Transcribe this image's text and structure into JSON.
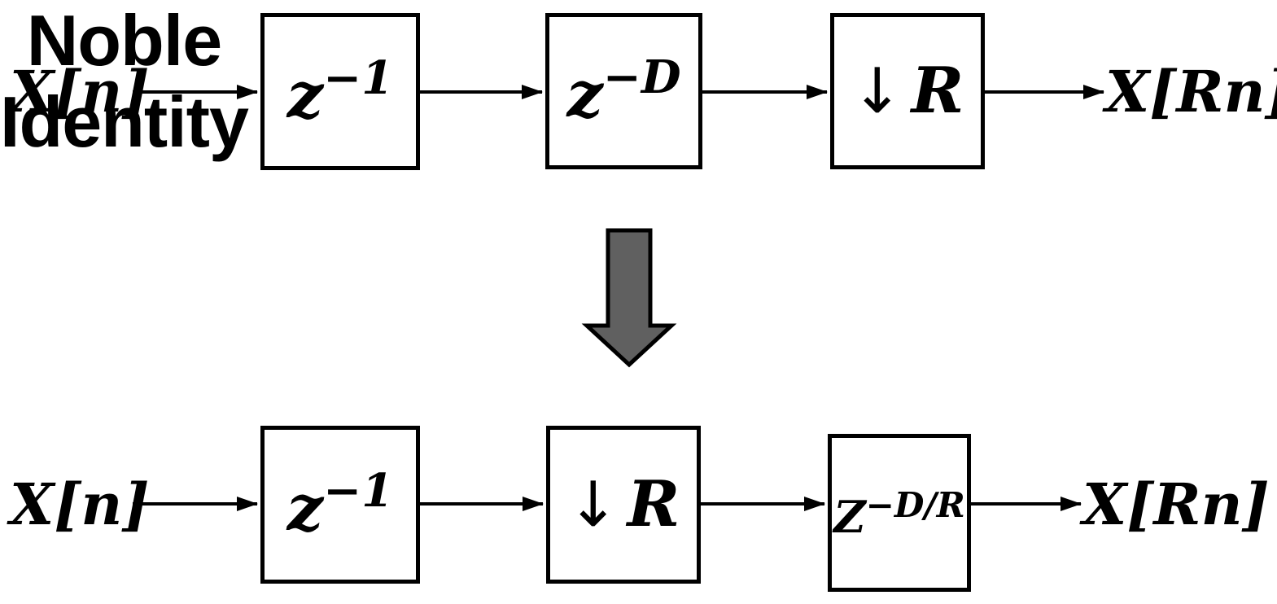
{
  "diagram": {
    "transform_label": {
      "line1": "Noble",
      "line2": "Identity"
    },
    "top_row": {
      "input": "X[n]",
      "output": "X[Rn]",
      "blocks": [
        {
          "base": "z",
          "sup": "−1"
        },
        {
          "base": "z",
          "sup": "−D"
        },
        {
          "down": "↓",
          "base": "R"
        }
      ]
    },
    "bottom_row": {
      "input": "X[n]",
      "output": "X[Rn]",
      "blocks": [
        {
          "base": "z",
          "sup": "−1"
        },
        {
          "down": "↓",
          "base": "R"
        },
        {
          "base": "Z",
          "sup": "−D/R"
        }
      ]
    }
  },
  "icons": {
    "downsample_glyph": "down-arrow-icon",
    "transform_glyph": "down-block-arrow-icon"
  },
  "colors": {
    "background": "#ffffff",
    "line": "#000000",
    "block_arrow_fill": "#606060"
  }
}
